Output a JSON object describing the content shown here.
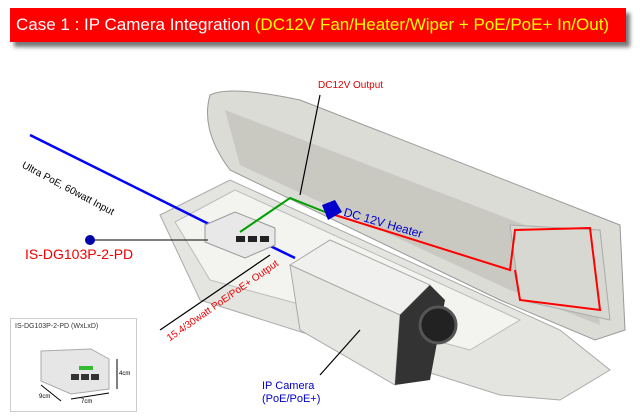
{
  "title": {
    "main": "Case 1 : IP Camera Integration ",
    "highlight": "(DC12V Fan/Heater/Wiper + PoE/PoE+ In/Out)"
  },
  "labels": {
    "dc_output": "DC12V Output",
    "poe_input": "Ultra PoE, 60watt Input",
    "device": "IS-DG103P-2-PD",
    "heater": "DC 12V Heater",
    "poe_output": "15.4/30watt PoE/PoE+ Output",
    "camera_line1": "IP Camera",
    "camera_line2": "(PoE/PoE+)"
  },
  "inset": {
    "title": "IS-DG103P-2-PD (WxLxD)",
    "depth": "9cm",
    "width": "7cm",
    "height": "4cm"
  },
  "colors": {
    "title_bg": "#ff0000",
    "title_highlight": "#ffff00",
    "poe_cable": "#0000ff",
    "dc_wire": "#00a000",
    "heater_wire": "#ff0000",
    "heater": "#0000cc"
  }
}
